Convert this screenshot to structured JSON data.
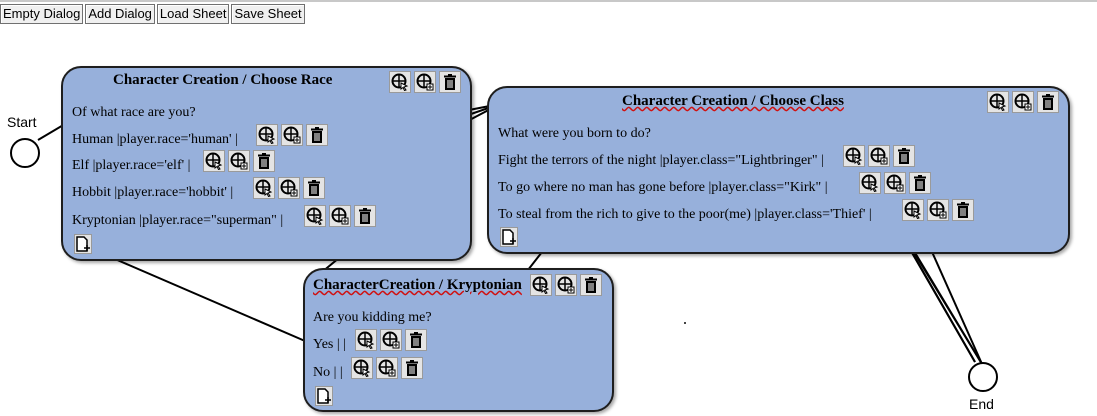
{
  "toolbar": {
    "empty_dialog": "Empty Dialog",
    "add_dialog": "Add Dialog",
    "load_sheet": "Load Sheet",
    "save_sheet": "Save Sheet"
  },
  "nodes": {
    "start": "Start",
    "end": "End"
  },
  "dialogs": {
    "race": {
      "title": "Character Creation / Choose Race",
      "prompt": "Of what race are you?",
      "choices": [
        "Human |player.race='human' |",
        "Elf |player.race='elf' |",
        "Hobbit |player.race='hobbit' |",
        "Kryptonian |player.race=\"superman\" |"
      ]
    },
    "class": {
      "title": "Character Creation / Choose Class",
      "prompt": "What were you born to do?",
      "choices": [
        "Fight the terrors of the night |player.class=\"Lightbringer\" |",
        "To go where no man has gone before |player.class=\"Kirk\" |",
        "To steal from the rich to give to the poor(me) |player.class='Thief' |"
      ]
    },
    "kryptonian": {
      "title": "CharacterCreation / Kryptonian",
      "prompt": "Are you kidding me?",
      "choices": [
        "Yes | |",
        "No | |"
      ]
    }
  },
  "icon_names": [
    "link-icon",
    "add-link-icon",
    "trash-icon",
    "new-choice-icon"
  ],
  "colors": {
    "dialog_fill": "#97b0db",
    "dialog_border": "#1e1e1e",
    "wire": "#000000"
  }
}
